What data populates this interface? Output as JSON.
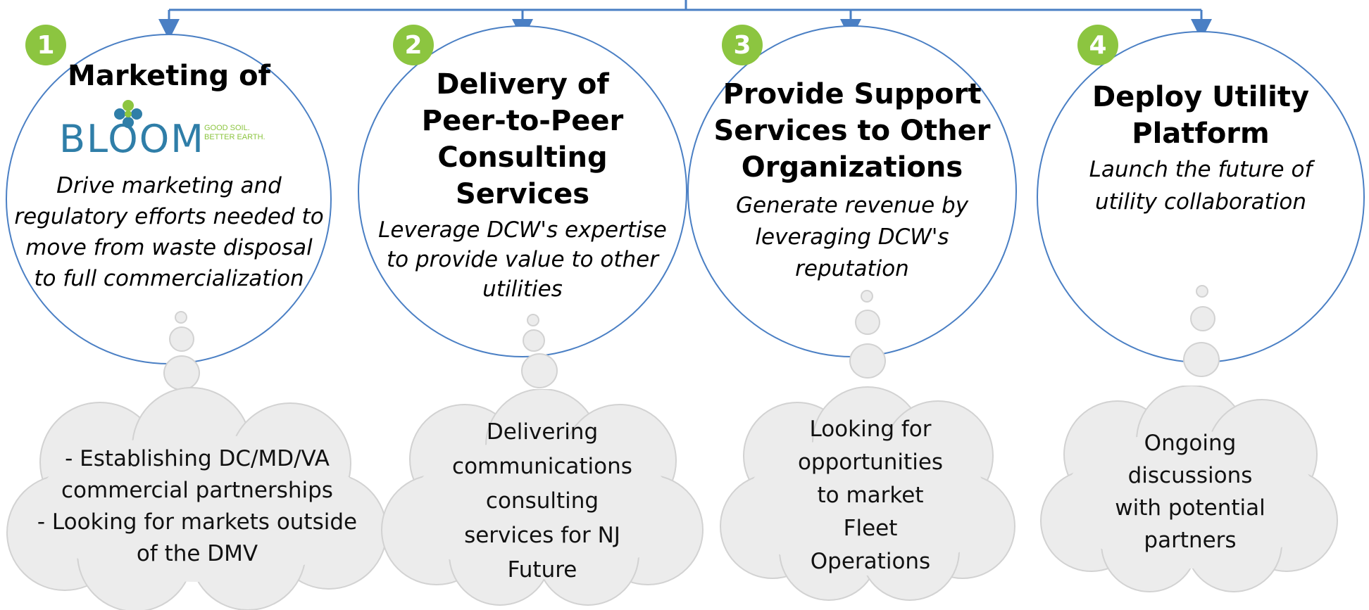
{
  "colors": {
    "connector": "#4a7fc4",
    "badge": "#8cc540",
    "cloud_fill": "#ececec",
    "cloud_border": "#d2d2d2",
    "logo_blue": "#2f7ea8",
    "logo_green": "#8cc540"
  },
  "logo": {
    "wordmark": "BLOOM",
    "tagline_line1": "GOOD SOIL.",
    "tagline_line2": "BETTER EARTH."
  },
  "items": [
    {
      "number": "1",
      "title": [
        "Marketing of"
      ],
      "description": [
        "Drive marketing and",
        "regulatory efforts needed to",
        "move from waste disposal",
        "to full commercialization"
      ],
      "status": [
        "- Establishing DC/MD/VA",
        "commercial partnerships",
        "- Looking for markets outside",
        "of the DMV"
      ]
    },
    {
      "number": "2",
      "title": [
        "Delivery of",
        "Peer-to-Peer",
        "Consulting",
        "Services"
      ],
      "description": [
        "Leverage DCW's expertise",
        "to provide value to other",
        "utilities"
      ],
      "status": [
        "Delivering",
        "communications",
        "consulting",
        "services for NJ",
        "Future"
      ]
    },
    {
      "number": "3",
      "title": [
        "Provide Support",
        "Services to Other",
        "Organizations"
      ],
      "description": [
        "Generate revenue by",
        "leveraging DCW's",
        "reputation"
      ],
      "status": [
        "Looking for",
        "opportunities",
        "to market",
        "Fleet",
        "Operations"
      ]
    },
    {
      "number": "4",
      "title": [
        "Deploy Utility",
        "Platform"
      ],
      "description": [
        "Launch the future of",
        "utility collaboration"
      ],
      "status": [
        "Ongoing",
        "discussions",
        "with potential",
        "partners"
      ]
    }
  ]
}
